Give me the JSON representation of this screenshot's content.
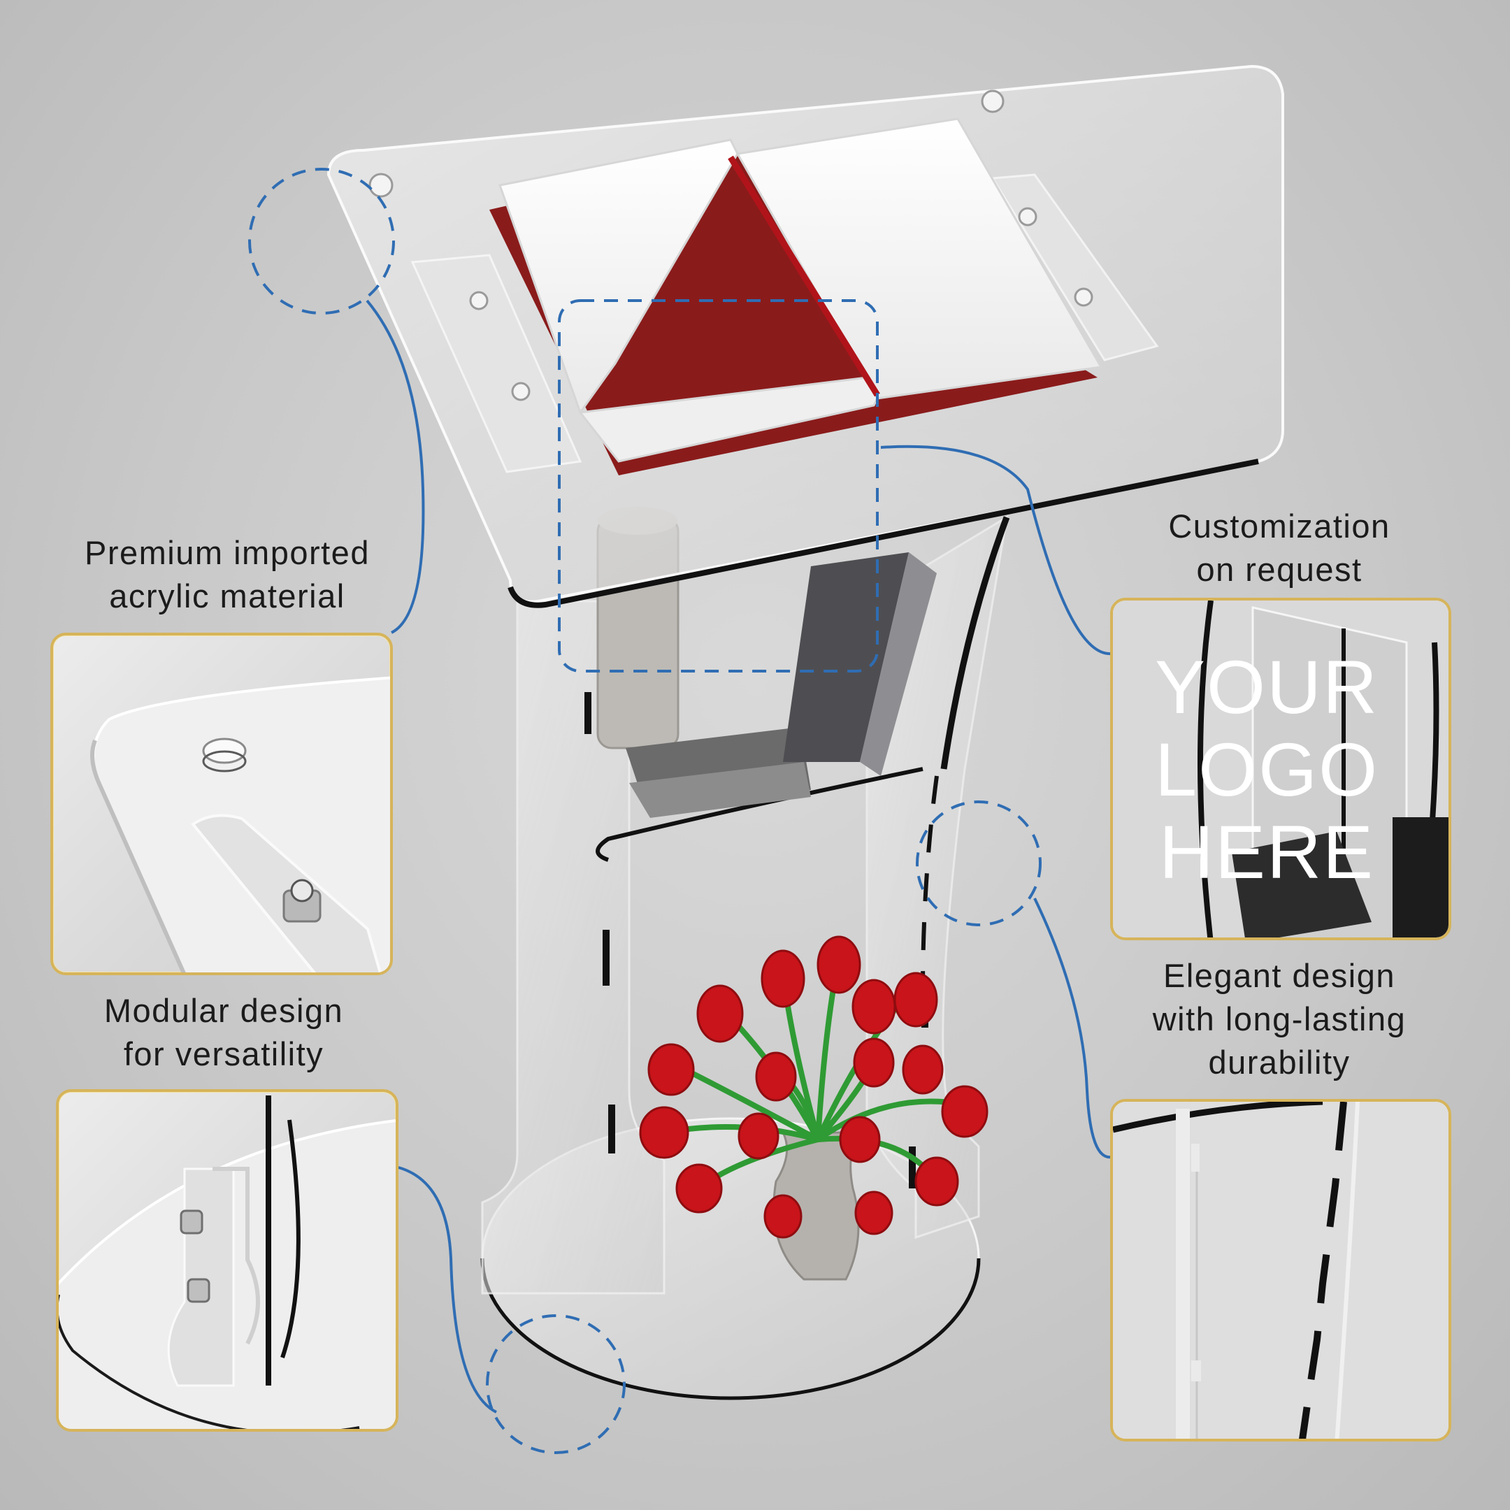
{
  "labels": {
    "material": [
      "Premium imported",
      "acrylic material"
    ],
    "customization": [
      "Customization",
      "on request"
    ],
    "modular": [
      "Modular design",
      "for versatility"
    ],
    "elegant": [
      "Elegant design",
      "with long-lasting",
      "durability"
    ]
  },
  "logo_placeholder": [
    "YOUR",
    "LOGO",
    "HERE"
  ],
  "colors": {
    "callout_line": "#2f6db3",
    "panel_border": "#d6b45a",
    "label_text": "#1b1b1b",
    "tulip": "#c8141a",
    "book_cover": "#8a1b1b"
  }
}
